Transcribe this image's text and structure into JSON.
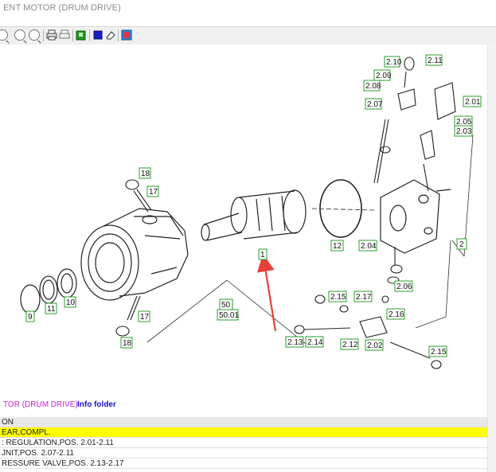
{
  "window": {
    "title": "ENT MOTOR (DRUM DRIVE)"
  },
  "toolbar": {
    "buttons": [
      {
        "name": "zoom-out"
      },
      {
        "name": "zoom-in"
      },
      {
        "name": "zoom-fit"
      },
      {
        "name": "zoom-reset"
      },
      {
        "name": "print"
      },
      {
        "name": "print-preview"
      },
      {
        "name": "green-book"
      },
      {
        "name": "blue-square"
      },
      {
        "name": "eraser"
      },
      {
        "name": "info"
      }
    ]
  },
  "drawing": {
    "labels": {
      "l2_10": "2.10",
      "l2_11": "2.11",
      "l2_09": "2.09",
      "l2_08": "2.08",
      "l2_07": "2.07",
      "l2_01": "2.01",
      "l2_05": "2.05",
      "l2_03": "2.03",
      "l2": "2",
      "l2_04": "2.04",
      "l2_06": "2.06",
      "l2_15a": "2.15",
      "l2_17": "2.17",
      "l2_16": "2.16",
      "l2_13": "2.13",
      "l2_14": "2.14",
      "l2_12": "2.12",
      "l2_02": "2.02",
      "l2_15b": "2.15",
      "l18a": "18",
      "l17a": "17",
      "l1": "1",
      "l12": "12",
      "l9": "9",
      "l11": "11",
      "l10": "10",
      "l50": "50",
      "l50_01": "50.01",
      "l17b": "17",
      "l18b": "18"
    },
    "colors": {
      "label_border": "#2a9d2a",
      "arrow": "#e8403a"
    }
  },
  "info": {
    "title": "TOR (DRUM DRIVE)",
    "info_folder": "Info folder"
  },
  "parts_list": {
    "header": "ON",
    "rows": [
      "EAR,COMPL.",
      ": REGULATION,POS. 2.01-2.11",
      "JNIT,POS. 2.07-2.11",
      "RESSURE VALVE,POS. 2.13-2.17"
    ]
  }
}
